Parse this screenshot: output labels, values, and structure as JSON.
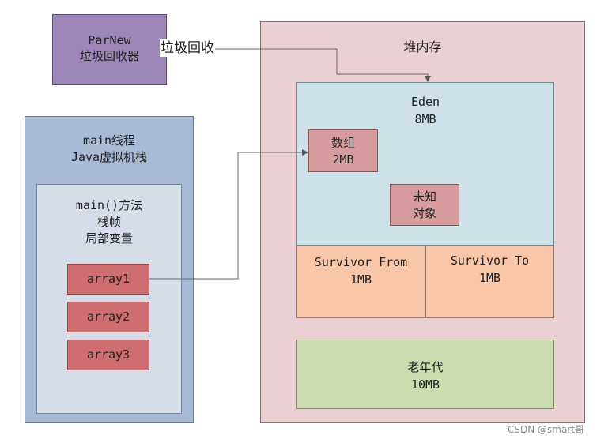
{
  "parnew": {
    "line1": "ParNew",
    "line2": "垃圾回收器"
  },
  "gc_label": "垃圾回收",
  "heap": {
    "title": "堆内存",
    "eden": {
      "name": "Eden",
      "size": "8MB"
    },
    "array_object": {
      "line1": "数组",
      "line2": "2MB"
    },
    "unknown_object": {
      "line1": "未知",
      "line2": "对象"
    },
    "survivor_from": {
      "name": "Survivor From",
      "size": "1MB"
    },
    "survivor_to": {
      "name": "Survivor To",
      "size": "1MB"
    },
    "old_gen": {
      "name": "老年代",
      "size": "10MB"
    }
  },
  "stack": {
    "line1": "main线程",
    "line2": "Java虚拟机栈",
    "frame": {
      "line1": "main()方法",
      "line2": "栈帧",
      "line3": "局部变量"
    },
    "vars": [
      "array1",
      "array2",
      "array3"
    ]
  },
  "watermark": "CSDN @smart哥"
}
